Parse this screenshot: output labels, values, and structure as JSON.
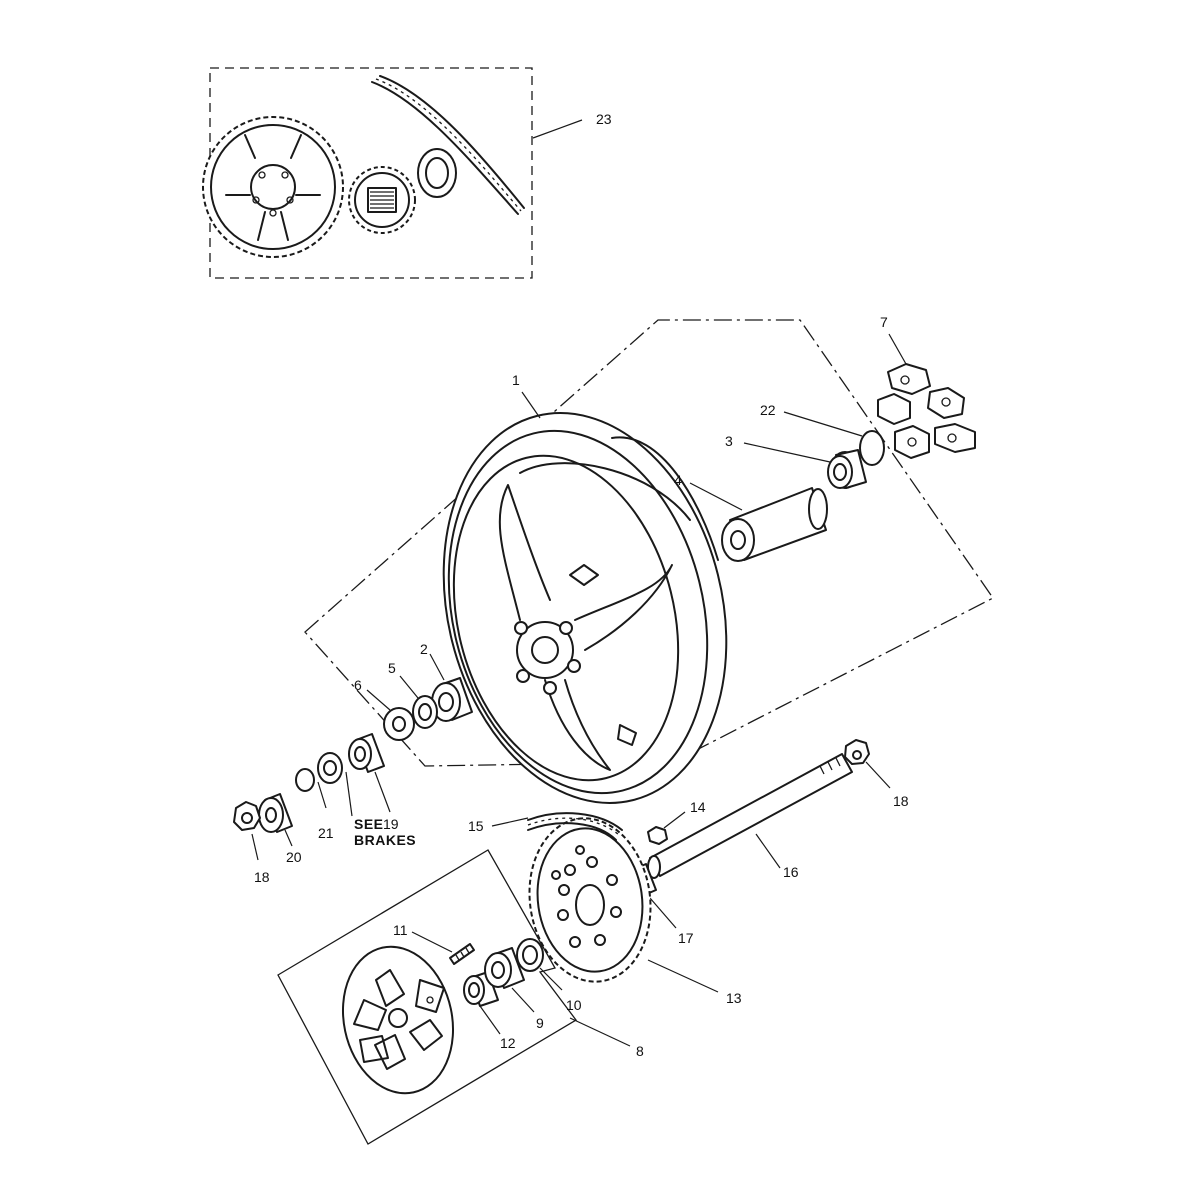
{
  "callouts": {
    "c1": "1",
    "c2": "2",
    "c3": "3",
    "c4": "4",
    "c5": "5",
    "c6": "6",
    "c7": "7",
    "c8": "8",
    "c9": "9",
    "c10": "10",
    "c11": "11",
    "c12": "12",
    "c13": "13",
    "c14": "14",
    "c15": "15",
    "c16": "16",
    "c17": "17",
    "c18a": "18",
    "c18b": "18",
    "c19": "19",
    "c20": "20",
    "c21": "21",
    "c22": "22",
    "c23": "23"
  },
  "note": {
    "line1": "SEE",
    "line2": "BRAKES"
  }
}
